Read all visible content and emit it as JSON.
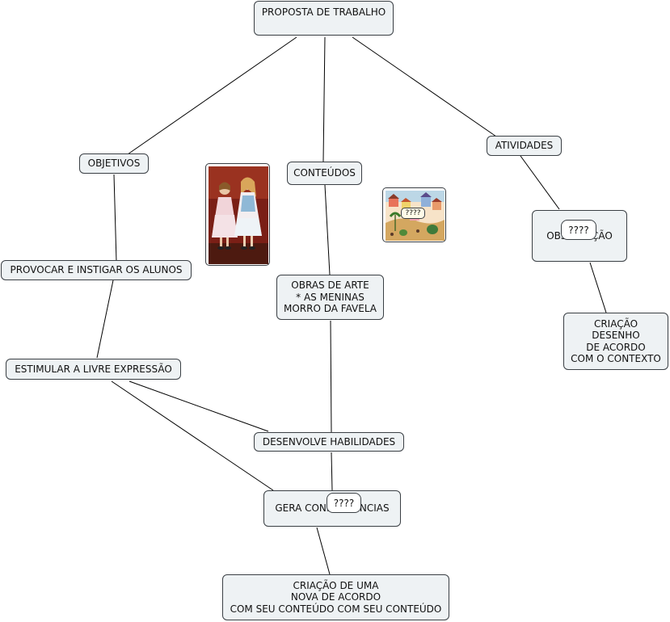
{
  "nodes": {
    "proposta": "PROPOSTA DE TRABALHO",
    "objetivos": "OBJETIVOS",
    "conteudos": "CONTEÚDOS",
    "atividades": "ATIVIDADES",
    "observacao": "OBSERVAÇÃO",
    "provocar": "PROVOCAR E INSTIGAR OS ALUNOS",
    "obras": "OBRAS DE ARTE\n* AS MENINAS\nMORRO DA FAVELA",
    "criacao_desenho": "CRIAÇÃO\nDESENHO\nDE ACORDO\nCOM O CONTEXTO",
    "estimular": "ESTIMULAR A LIVRE EXPRESSÃO",
    "desenvolve": "DESENVOLVE HABILIDADES",
    "gera": "GERA CONSEQUÊNCIAS",
    "criacao_nova": "CRIAÇÃO DE UMA\nNOVA DE ACORDO\nCOM SEU CONTEÚDO COM SEU CONTEÚDO"
  },
  "bubbles": {
    "observacao": "????",
    "gera": "????",
    "favela": "????"
  },
  "images": {
    "meninas": "painting-girls-icon",
    "favela": "painting-favela-icon"
  },
  "colors": {
    "node_fill": "#eef2f4",
    "border": "#3a3f44",
    "line": "#000000"
  }
}
